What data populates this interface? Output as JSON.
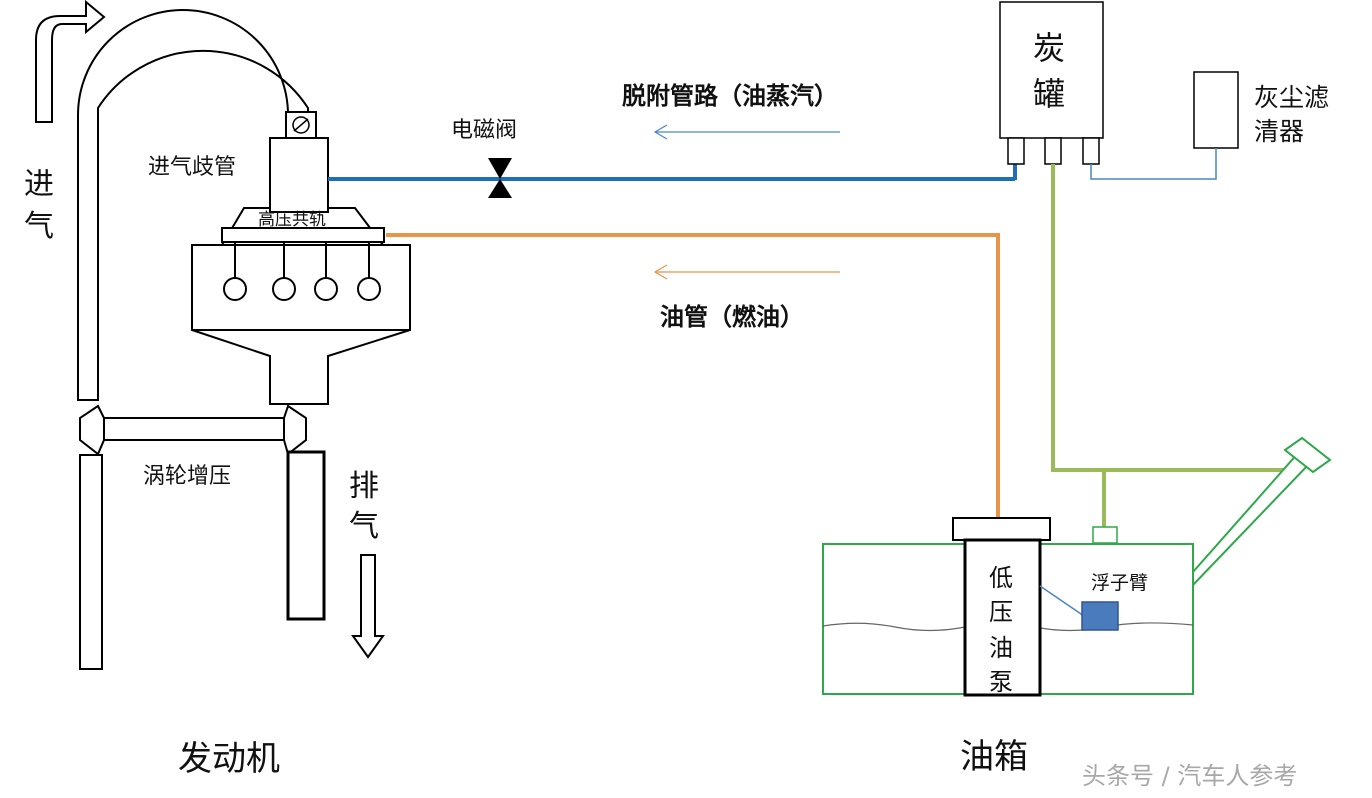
{
  "labels": {
    "intake_1": "进",
    "intake_2": "气",
    "intake_manifold": "进气歧管",
    "high_pressure_rail": "高压共轨",
    "solenoid_valve": "电磁阀",
    "desorption_line": "脱附管路（油蒸汽）",
    "fuel_line": "油管（燃油）",
    "canister_1": "炭",
    "canister_2": "罐",
    "dust_filter_1": "灰尘滤",
    "dust_filter_2": "清器",
    "turbo": "涡轮增压",
    "exhaust_1": "排",
    "exhaust_2": "气",
    "engine": "发动机",
    "pump_1": "低",
    "pump_2": "压",
    "pump_3": "油",
    "pump_4": "泵",
    "float_arm": "浮子臂",
    "fuel_tank": "油箱"
  },
  "watermark": "头条号 / 汽车人参考",
  "colors": {
    "vapor_line": "#1f6fb4",
    "fuel_line": "#e8954a",
    "vent_line": "#9bbb59",
    "tank_outline": "#2ea84a",
    "float_fill": "#4a7bbd",
    "filter_line": "#4a86c6"
  }
}
